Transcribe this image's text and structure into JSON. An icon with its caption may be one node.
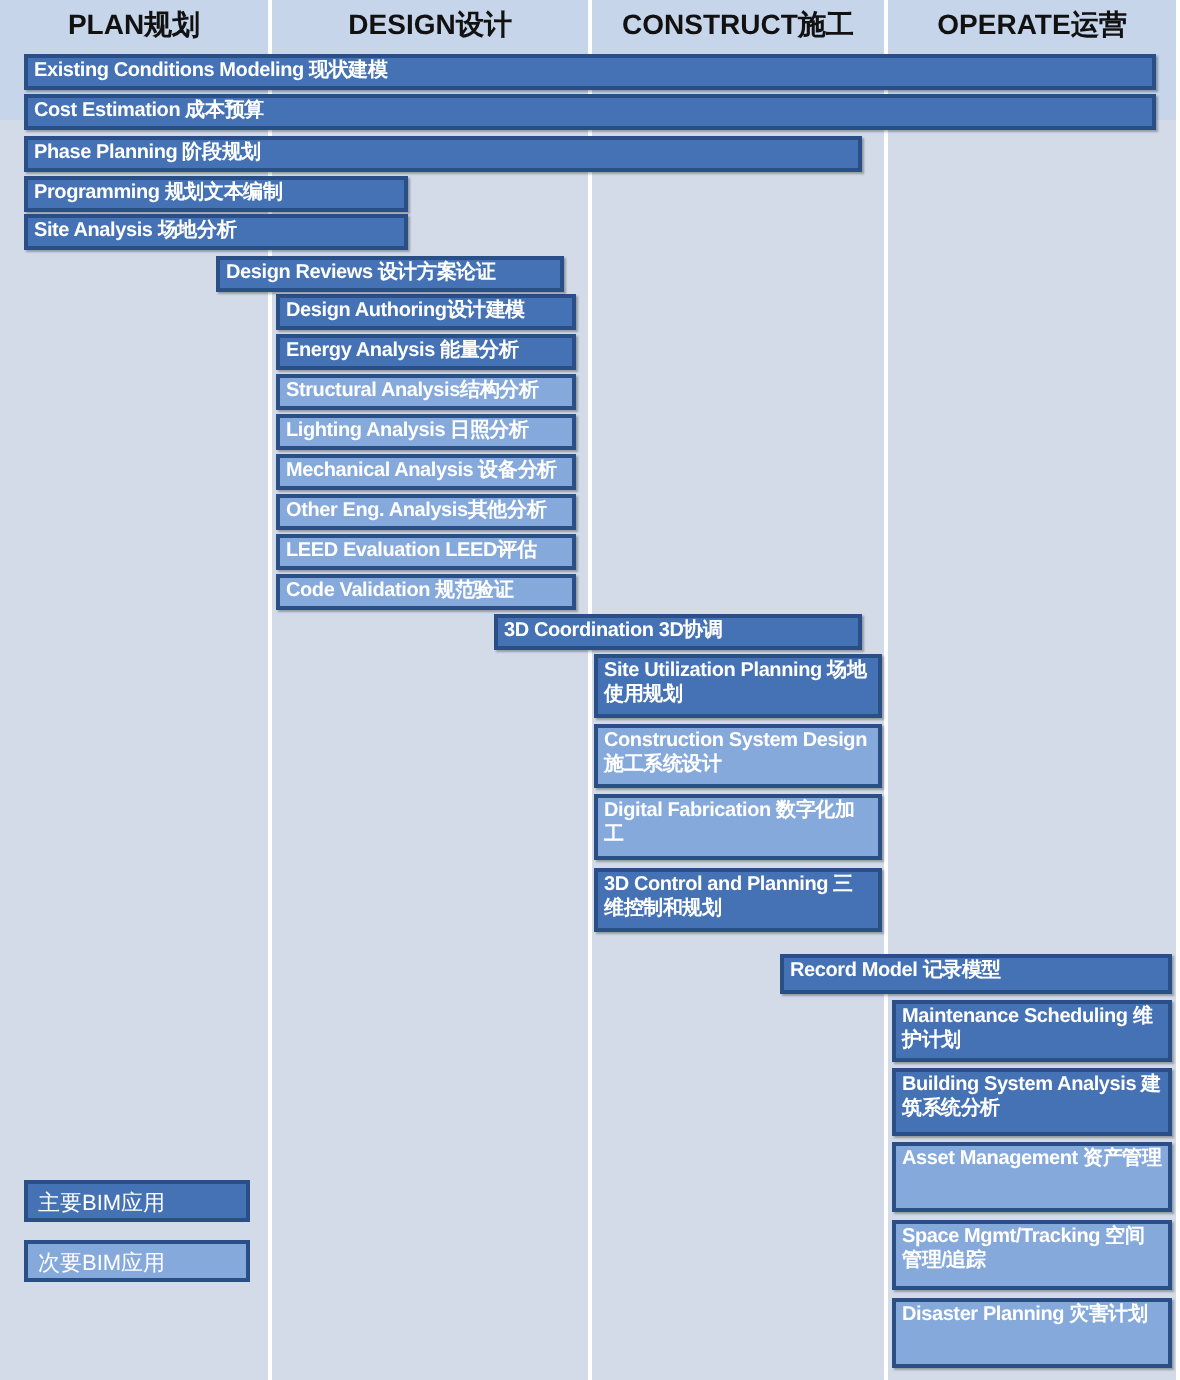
{
  "diagram": {
    "nodes": [
      {
        "text": [
          "PLAN规划"
        ]
      },
      {
        "text": [
          "DESIGN设计"
        ]
      },
      {
        "text": [
          "CONSTRUCT施工"
        ]
      },
      {
        "text": [
          "OPERATE运营"
        ]
      },
      {
        "text": [
          "Existing Conditions Modeling 现状建模"
        ]
      },
      {
        "text": [
          "Cost Estimation 成本预算"
        ]
      },
      {
        "text": [
          "Phase Planning 阶段规划"
        ]
      },
      {
        "text": [
          "Programming 规划文本编制"
        ]
      },
      {
        "text": [
          "Site Analysis 场地分析"
        ]
      },
      {
        "text": [
          "Design Reviews 设计方案论证"
        ]
      },
      {
        "text": [
          "Design Authoring设计建模"
        ],
        "in": 1
      },
      {
        "text": [
          "Energy Analysis 能量分析"
        ],
        "in": 1
      },
      {
        "text": [
          "Structural Analysis结构分析"
        ],
        "in": 1
      },
      {
        "text": [
          "Lighting Analysis 日照分析"
        ],
        "in": 1
      },
      {
        "text": [
          "Mechanical Analysis 设备分析"
        ],
        "in": 1
      },
      {
        "text": [
          "Other Eng. Analysis其他分析"
        ],
        "in": 1
      },
      {
        "text": [
          "LEED Evaluation LEED评估"
        ],
        "in": 1
      },
      {
        "text": [
          "Code Validation 规范验证"
        ],
        "in": 1
      },
      {
        "text": [
          "3D Coordination 3D协调"
        ]
      },
      {
        "text": [
          "Site Utilization Planning 场地使用规划"
        ],
        "in": 2
      },
      {
        "text": [
          "Construction System Design 施工系统设计"
        ],
        "in": 2
      },
      {
        "text": [
          "Digital Fabrication 数字化加工"
        ],
        "in": 2
      },
      {
        "text": [
          "3D Control and Planning 三维控制和规划"
        ],
        "in": 2
      },
      {
        "text": [
          "Record Model 记录模型"
        ]
      },
      {
        "text": [
          "Maintenance Scheduling 维护计划"
        ],
        "in": 3
      },
      {
        "text": [
          "Building System Analysis 建筑系统分析"
        ],
        "in": 3
      },
      {
        "text": [
          "Asset Management 资产管理"
        ],
        "in": 3
      },
      {
        "text": [
          "Space Mgmt/Tracking 空间管理/追踪"
        ],
        "in": 3
      },
      {
        "text": [
          "Disaster Planning 灾害计划"
        ],
        "in": 3
      }
    ],
    "edges": [],
    "legend": [
      {
        "text": "主要BIM应用",
        "color": "#4472b4"
      },
      {
        "text": "次要BIM应用",
        "color": "#86a9dc"
      }
    ]
  }
}
